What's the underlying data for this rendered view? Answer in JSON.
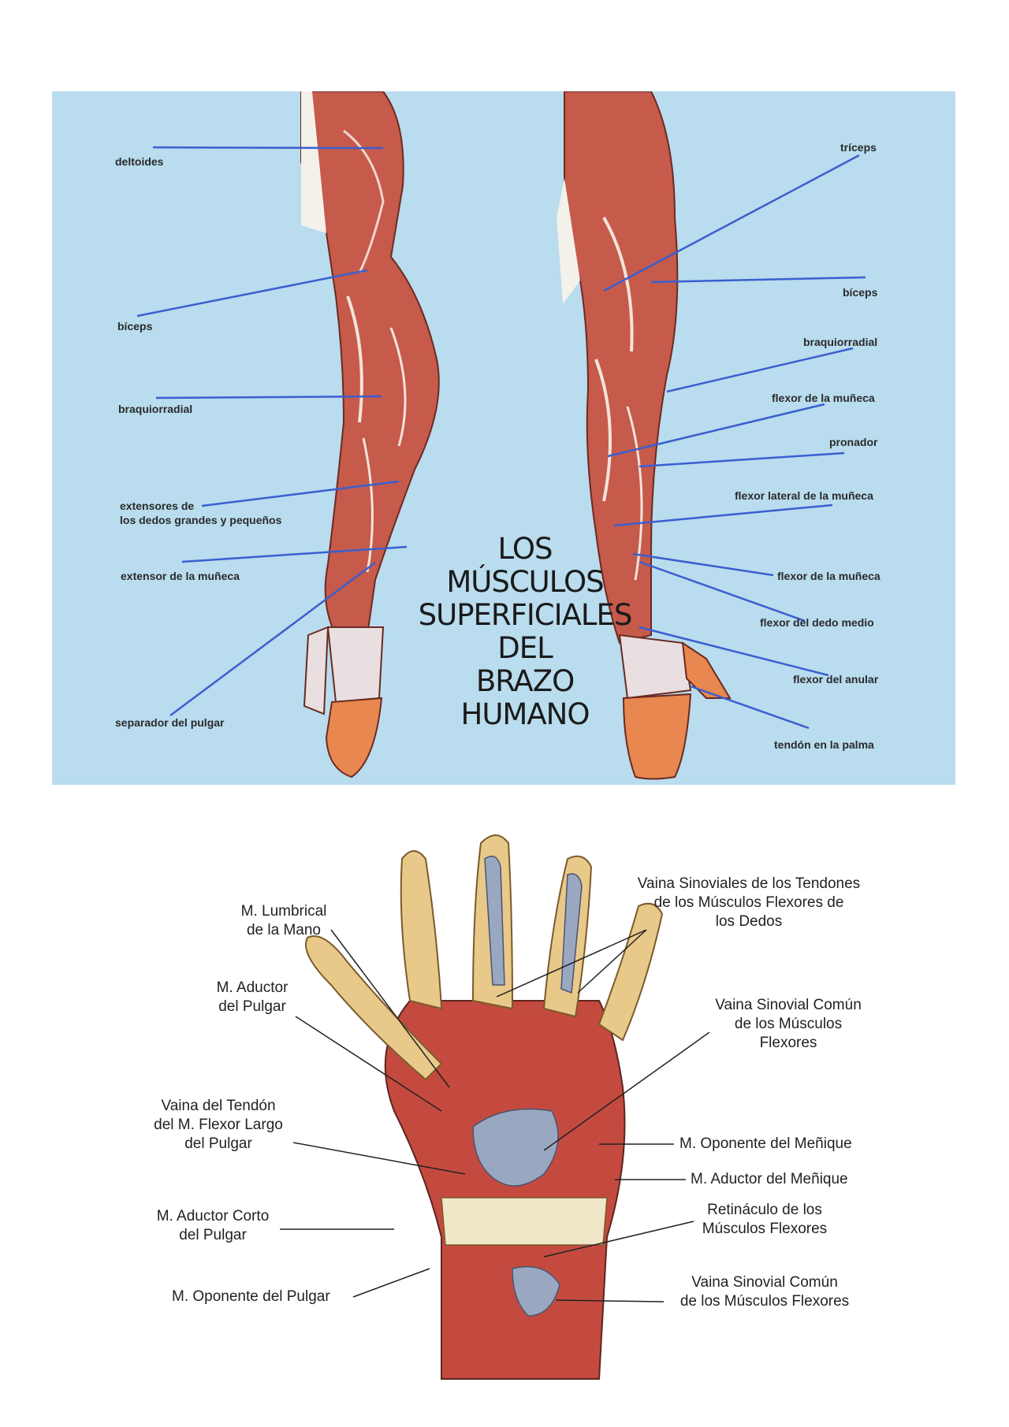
{
  "poster": {
    "title_lines": [
      "LOS",
      "MÚSCULOS",
      "SUPERFICIALES",
      "DEL",
      "BRAZO",
      "HUMANO"
    ],
    "left_labels": {
      "deltoides": "deltoides",
      "biceps": "bíceps",
      "braquiorradial": "braquiorradial",
      "extensores_l1": "extensores de",
      "extensores_l2": "los dedos grandes y pequeños",
      "extensor_muneca": "extensor de la muñeca",
      "separador_pulgar": "separador del pulgar"
    },
    "right_labels": {
      "triceps": "tríceps",
      "biceps": "bíceps",
      "braquiorradial": "braquiorradial",
      "flexor_muneca_1": "flexor de la muñeca",
      "pronador": "pronador",
      "flexor_lateral": "flexor lateral de la muñeca",
      "flexor_muneca_2": "flexor de la muñeca",
      "flexor_dedo_medio": "flexor del dedo medio",
      "flexor_anular": "flexor del anular",
      "tendon_palma": "tendón en la palma"
    },
    "colors": {
      "background": "#b9dcee",
      "leader_line": "#3a5fd0",
      "muscle": "#b8483c",
      "skin": "#e8874f"
    }
  },
  "hand": {
    "labels": {
      "lumbrical_l1": "M. Lumbrical",
      "lumbrical_l2": "de la Mano",
      "aductor_pulgar_l1": "M. Aductor",
      "aductor_pulgar_l2": "del Pulgar",
      "vaina_tendon_l1": "Vaina del Tendón",
      "vaina_tendon_l2": "del M. Flexor Largo",
      "vaina_tendon_l3": "del Pulgar",
      "aductor_corto_l1": "M. Aductor Corto",
      "aductor_corto_l2": "del Pulgar",
      "oponente_pulgar": "M. Oponente del Pulgar",
      "vainas_sinoviales_l1": "Vaina Sinoviales de los Tendones",
      "vainas_sinoviales_l2": "de los Músculos Flexores de",
      "vainas_sinoviales_l3": "los Dedos",
      "vaina_comun_1_l1": "Vaina Sinovial Común",
      "vaina_comun_1_l2": "de los Músculos",
      "vaina_comun_1_l3": "Flexores",
      "oponente_menique": "M. Oponente del Meñique",
      "aductor_menique": "M. Aductor del Meñique",
      "retinaculo_l1": "Retináculo de los",
      "retinaculo_l2": "Músculos Flexores",
      "vaina_comun_2_l1": "Vaina Sinovial Común",
      "vaina_comun_2_l2": "de los Músculos Flexores"
    }
  }
}
